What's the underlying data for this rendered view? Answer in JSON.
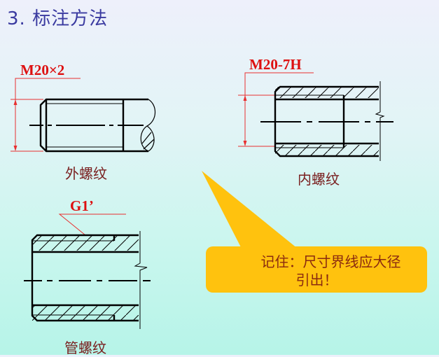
{
  "title": "3. 标注方法",
  "figures": {
    "external": {
      "annotation": "M20×2",
      "caption": "外螺纹"
    },
    "internal": {
      "annotation": "M20-7H",
      "caption": "内螺纹"
    },
    "pipe": {
      "annotation": "G1’",
      "caption": "管螺纹"
    }
  },
  "callout": {
    "line1": "记住：尺寸界线应大径",
    "line2": "引出！",
    "color": "#ffc20e"
  },
  "colors": {
    "dimension_line": "#e83030",
    "outline": "#000000",
    "caption": "#7a2020",
    "title": "#3a3aa0"
  }
}
